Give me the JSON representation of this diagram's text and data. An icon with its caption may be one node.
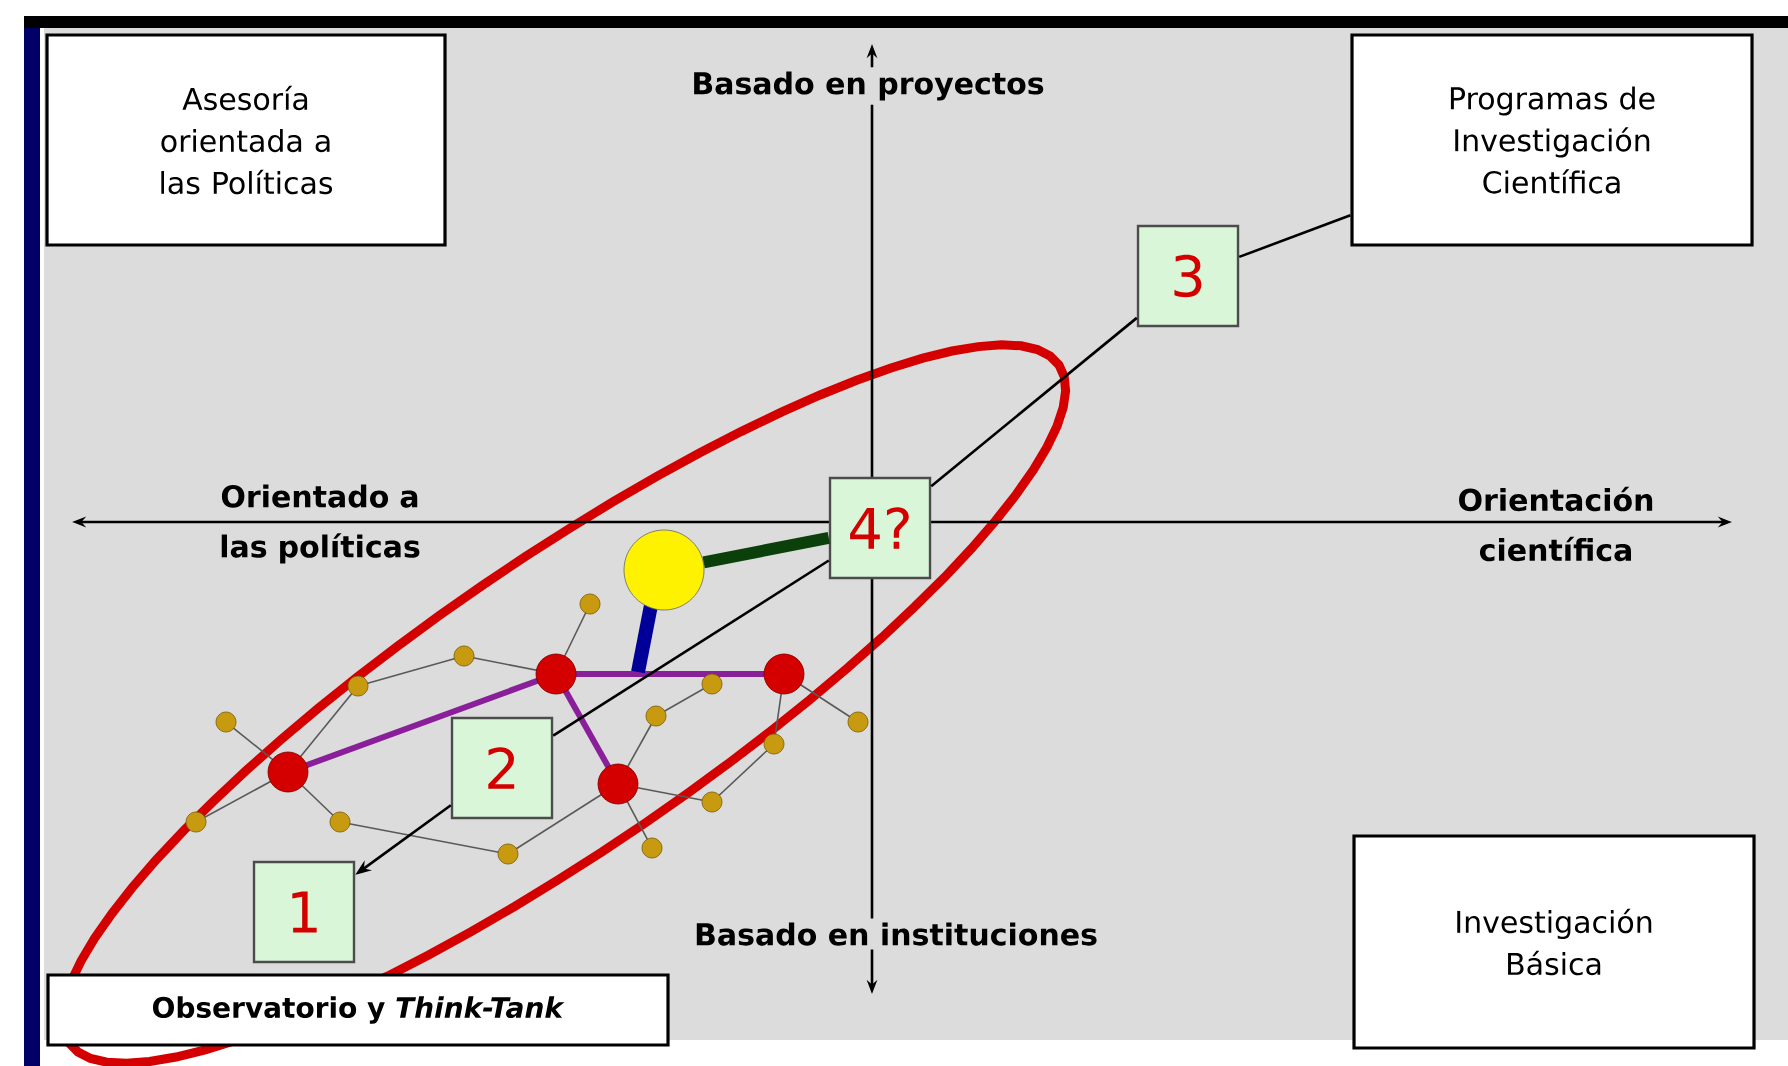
{
  "diagram": {
    "nodes": [
      {
        "text": [
          "Asesoría orientada a las Políticas"
        ]
      },
      {
        "text": [
          "Programas de Investigación Científica"
        ]
      },
      {
        "text": [
          "Investigación Básica"
        ]
      },
      {
        "text": [
          "Observatorio y *Think-Tank*"
        ]
      },
      {
        "text": [
          "1"
        ]
      },
      {
        "text": [
          "2"
        ]
      },
      {
        "text": [
          "3"
        ]
      },
      {
        "text": [
          "4?"
        ]
      },
      {
        "text": [],
        "shape": "circle"
      }
    ],
    "edges": [
      {
        "from": 1,
        "to": 6,
        "arrow": "none"
      },
      {
        "from": 6,
        "to": 7,
        "arrow": "none"
      },
      {
        "from": 7,
        "to": 5,
        "arrow": "none"
      },
      {
        "from": 5,
        "to": 4,
        "arrow": "to"
      },
      {
        "from": 8,
        "to": 7,
        "arrow": "none",
        "style": "thick",
        "color": "#0b400b"
      }
    ],
    "labels": [
      "Basado en proyectos",
      "Orientado a las políticas",
      "Orientación científica",
      "Basado en instituciones"
    ]
  }
}
